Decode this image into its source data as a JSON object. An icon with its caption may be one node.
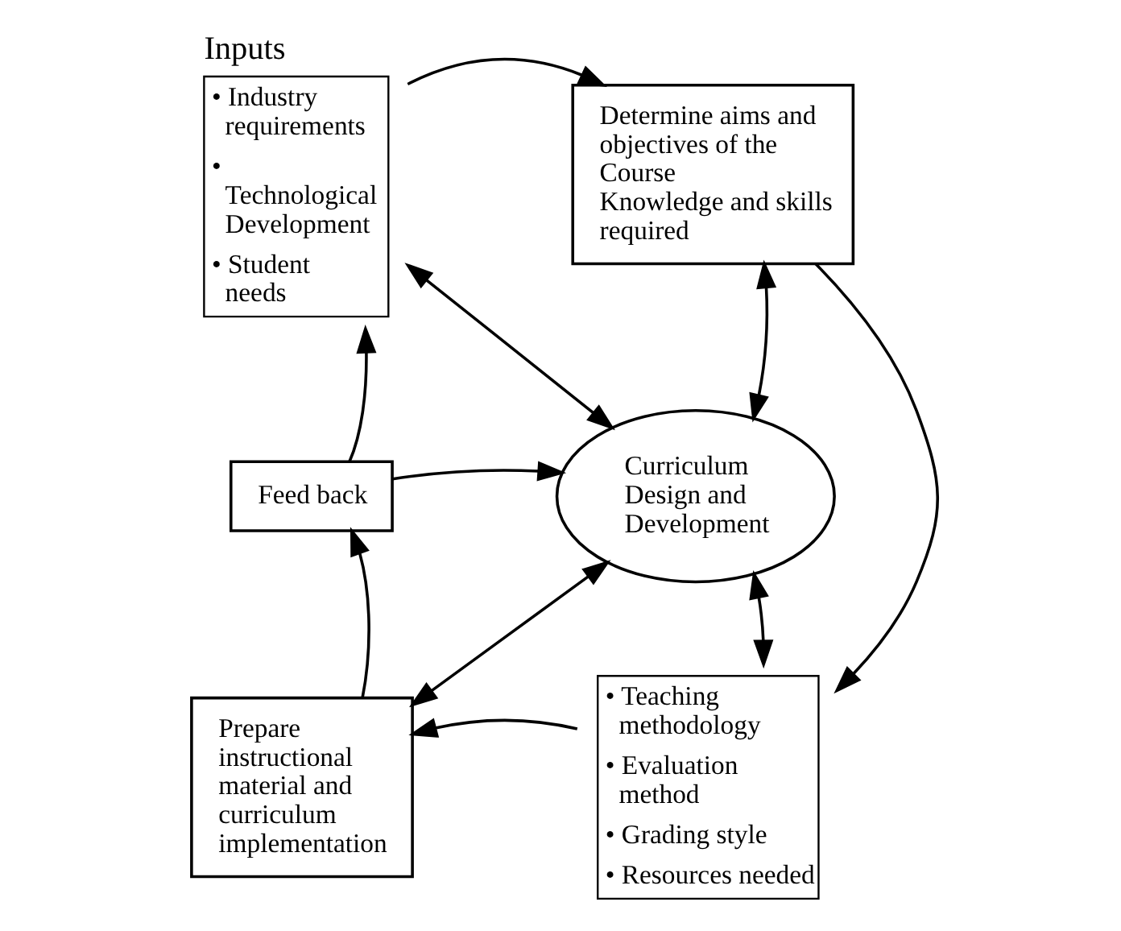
{
  "diagram": {
    "nodes": [
      {
        "text": [
          "Inputs",
          "• Industry requirements",
          "• Technological Development",
          "• Student needs"
        ]
      },
      {
        "text": [
          "Determine aims and objectives of the Course",
          "Knowledge and skills required"
        ]
      },
      {
        "text": [
          "Feed back"
        ]
      },
      {
        "text": [
          "Curriculum Design and Development"
        ]
      },
      {
        "text": [
          "Prepare instructional material and curriculum implementation"
        ]
      },
      {
        "text": [
          "• Teaching methodology",
          "• Evaluation method",
          "• Grading style",
          "• Resources needed"
        ]
      }
    ],
    "edges": [
      {
        "from": 0,
        "to": 1,
        "arrow": "to"
      },
      {
        "from": 1,
        "to": 5,
        "arrow": "to"
      },
      {
        "from": 5,
        "to": 4,
        "arrow": "to"
      },
      {
        "from": 4,
        "to": 2,
        "arrow": "to"
      },
      {
        "from": 2,
        "to": 0,
        "arrow": "to"
      },
      {
        "from": 2,
        "to": 3,
        "arrow": "to"
      },
      {
        "from": 0,
        "to": 3,
        "arrow": "both"
      },
      {
        "from": 1,
        "to": 3,
        "arrow": "both"
      },
      {
        "from": 5,
        "to": 3,
        "arrow": "both"
      },
      {
        "from": 3,
        "to": 4,
        "arrow": "both"
      }
    ]
  }
}
